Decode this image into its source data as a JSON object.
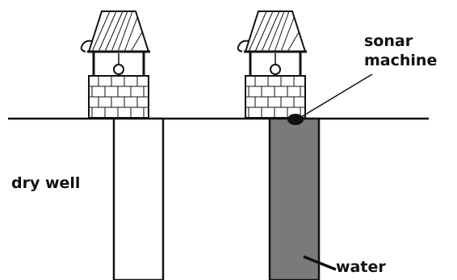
{
  "labels": {
    "dry_well": "dry well",
    "sonar_line1": "sonar",
    "sonar_line2": "machine",
    "water": "water"
  },
  "colors": {
    "water": "#7a7a7a",
    "ink": "#111111",
    "background": "#ffffff"
  },
  "icons": {
    "well_structure": "wishing-well-icon",
    "sonar_device": "sonar-dot-icon"
  }
}
